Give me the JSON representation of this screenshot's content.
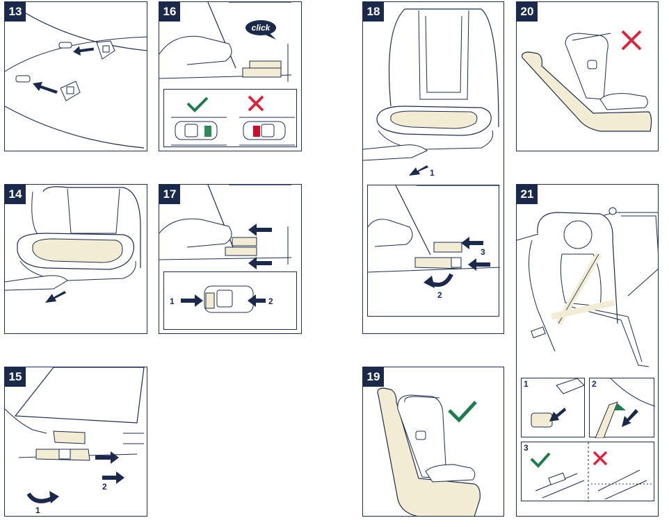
{
  "steps": {
    "s13": "13",
    "s14": "14",
    "s15": "15",
    "s16": "16",
    "s17": "17",
    "s18": "18",
    "s19": "19",
    "s20": "20",
    "s21": "21"
  },
  "labels": {
    "click": "click",
    "p15_1": "1",
    "p15_2": "2",
    "p17_1": "1",
    "p17_2": "2",
    "p18_1": "1",
    "p18_2": "2",
    "p18_3": "3",
    "p21_1": "1",
    "p21_2": "2",
    "p21_3": "3"
  },
  "colors": {
    "navy": "#1b2a4a",
    "check_green": "#1f7a4f",
    "cross_red": "#d7263d",
    "seat_beige": "#f3ecd4",
    "indicator_green": "#2e8b57",
    "indicator_red": "#c8102e"
  },
  "icons": [
    "check-icon",
    "cross-icon",
    "arrow-icon",
    "rotate-arrow-icon"
  ]
}
